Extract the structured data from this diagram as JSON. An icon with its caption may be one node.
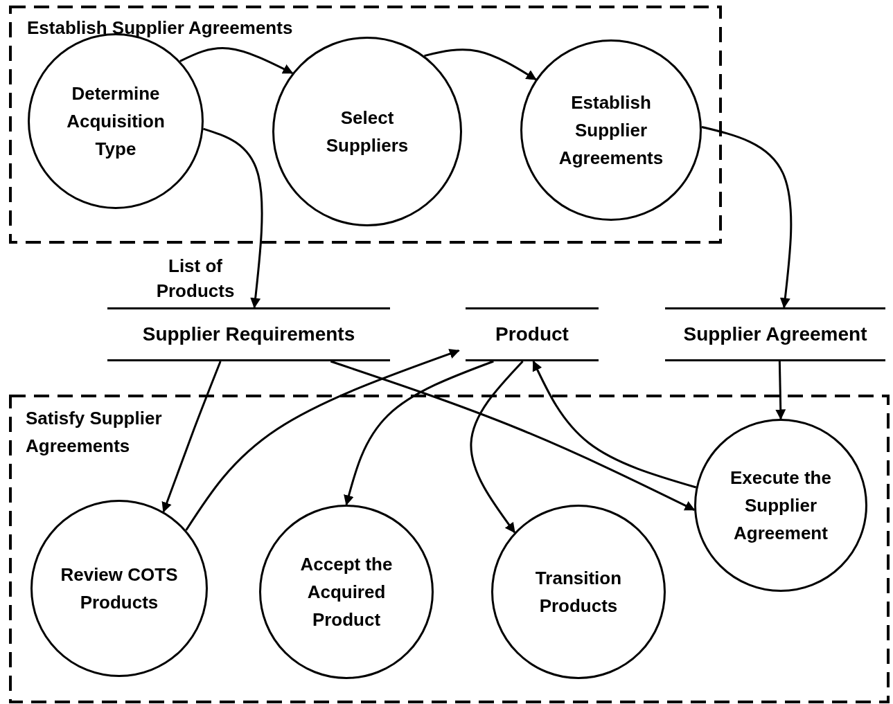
{
  "diagram": {
    "nodes": [
      {
        "text": [
          "Establish Supplier Agreements"
        ]
      },
      {
        "text": [
          "Determine Acquisition Type"
        ],
        "in": 0
      },
      {
        "text": [
          "Select Suppliers"
        ],
        "in": 0
      },
      {
        "text": [
          "Establish Supplier Agreements"
        ],
        "in": 0
      },
      {
        "text": [
          "Supplier Requirements"
        ]
      },
      {
        "text": [
          "Product"
        ]
      },
      {
        "text": [
          "Supplier Agreement"
        ]
      },
      {
        "text": [
          "Satisfy Supplier Agreements"
        ]
      },
      {
        "text": [
          "Review COTS Products"
        ],
        "in": 7
      },
      {
        "text": [
          "Accept the Acquired Product"
        ],
        "in": 7
      },
      {
        "text": [
          "Transition Products"
        ],
        "in": 7
      },
      {
        "text": [
          "Execute the Supplier Agreement"
        ],
        "in": 7
      }
    ],
    "edges": [
      {
        "from": 1,
        "to": 2,
        "arrow": "to"
      },
      {
        "from": 2,
        "to": 3,
        "arrow": "to"
      },
      {
        "from": 1,
        "to": 4,
        "arrow": "to",
        "label": "List of Products"
      },
      {
        "from": 3,
        "to": 6,
        "arrow": "to"
      },
      {
        "from": 4,
        "to": 8,
        "arrow": "to"
      },
      {
        "from": 8,
        "to": 5,
        "arrow": "to"
      },
      {
        "from": 5,
        "to": 9,
        "arrow": "to"
      },
      {
        "from": 5,
        "to": 10,
        "arrow": "to"
      },
      {
        "from": 11,
        "to": 5,
        "arrow": "to"
      },
      {
        "from": 4,
        "to": 11,
        "arrow": "to"
      },
      {
        "from": 6,
        "to": 11,
        "arrow": "to"
      }
    ]
  }
}
